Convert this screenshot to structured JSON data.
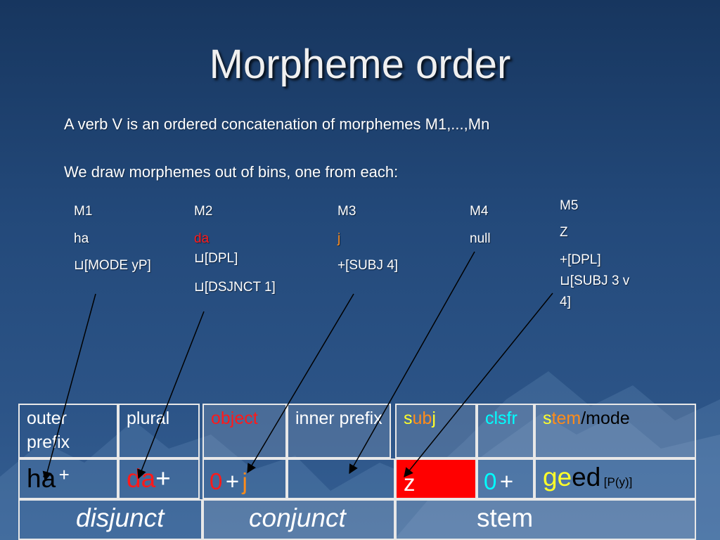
{
  "title": "Morpheme order",
  "intro_line1": "A verb V is an ordered concatenation of morphemes M1,...,Mn",
  "intro_line2": "We draw morphemes out of bins, one from each:",
  "bins": [
    {
      "name": "M1",
      "morpheme": "ha",
      "features": [
        "⊔[MODE yP]"
      ]
    },
    {
      "name": "M2",
      "morpheme": "da",
      "features": [
        "⊔[DPL]",
        "⊔[DSJNCT 1]"
      ]
    },
    {
      "name": "M3",
      "morpheme": "j",
      "features": [
        "+[SUBJ 4]"
      ]
    },
    {
      "name": "M4",
      "morpheme": "null",
      "features": []
    },
    {
      "name": "M5",
      "morpheme": "Z",
      "features": [
        "+[DPL]",
        "⊔[SUBJ 3 v",
        "4]"
      ]
    }
  ],
  "table": {
    "headers": {
      "outer_prefix": "outer prefix",
      "plural": "plural",
      "object": "object",
      "inner_prefix": "inner prefix",
      "subj": {
        "a": "s",
        "b": "ub",
        "c": "j"
      },
      "clsfr": "clsfr",
      "stem_mode": {
        "a": "s",
        "b": "tem",
        "c": "/mode"
      }
    },
    "values": {
      "ha": "ha",
      "ha_plus": "+",
      "da": "da",
      "da_plus": "+",
      "obj_zero": "0",
      "obj_plus": "+",
      "obj_j": "j",
      "subj_z": "z",
      "clsfr_zero": "0",
      "clsfr_plus": "+",
      "stem_ge": "ge",
      "stem_ed": "ed",
      "stem_note": "[P(y)]"
    },
    "groups": {
      "disjunct": "disjunct",
      "conjunct": "conjunct",
      "stem": "stem"
    }
  },
  "colors": {
    "background": "#23497a",
    "red": "#ff1a1a",
    "orange": "#ff8c1a",
    "yellow": "#ffff2a",
    "cyan": "#00ffff",
    "subj_fill": "#ff0000"
  }
}
